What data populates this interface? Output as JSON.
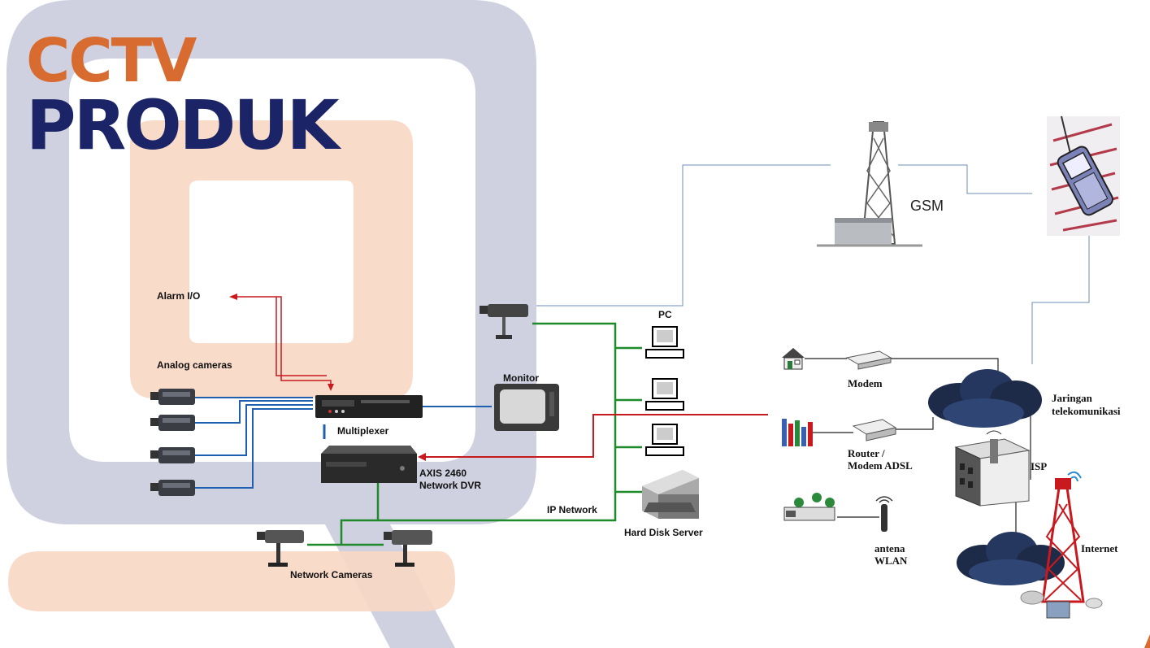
{
  "title": {
    "line1": "CCTV",
    "line2": "PRODUK"
  },
  "colors": {
    "title_orange": "#d86b30",
    "title_navy": "#1b2466",
    "bg_lilac": "#cfd0e0",
    "bg_peach": "#f8d7c4",
    "link_blue": "#1f5fb0",
    "link_green": "#1f8a2a",
    "link_red": "#c8191e",
    "link_gray_blue": "#6c8db8"
  },
  "labels": {
    "alarm_io": "Alarm I/O",
    "analog_cameras": "Analog cameras",
    "multiplexer": "Multiplexer",
    "monitor": "Monitor",
    "dvr_line1": "AXIS 2460",
    "dvr_line2": "Network DVR",
    "pc": "PC",
    "ip_network": "IP Network",
    "hard_disk_server": "Hard Disk Server",
    "network_cameras": "Network Cameras",
    "gsm": "GSM",
    "modem": "Modem",
    "router_line1": "Router /",
    "router_line2": "Modem ADSL",
    "antenna_line1": "antena",
    "antenna_line2": "WLAN",
    "telco_line1": "Jaringan",
    "telco_line2": "telekomunikasi",
    "isp": "ISP",
    "internet": "Internet"
  }
}
